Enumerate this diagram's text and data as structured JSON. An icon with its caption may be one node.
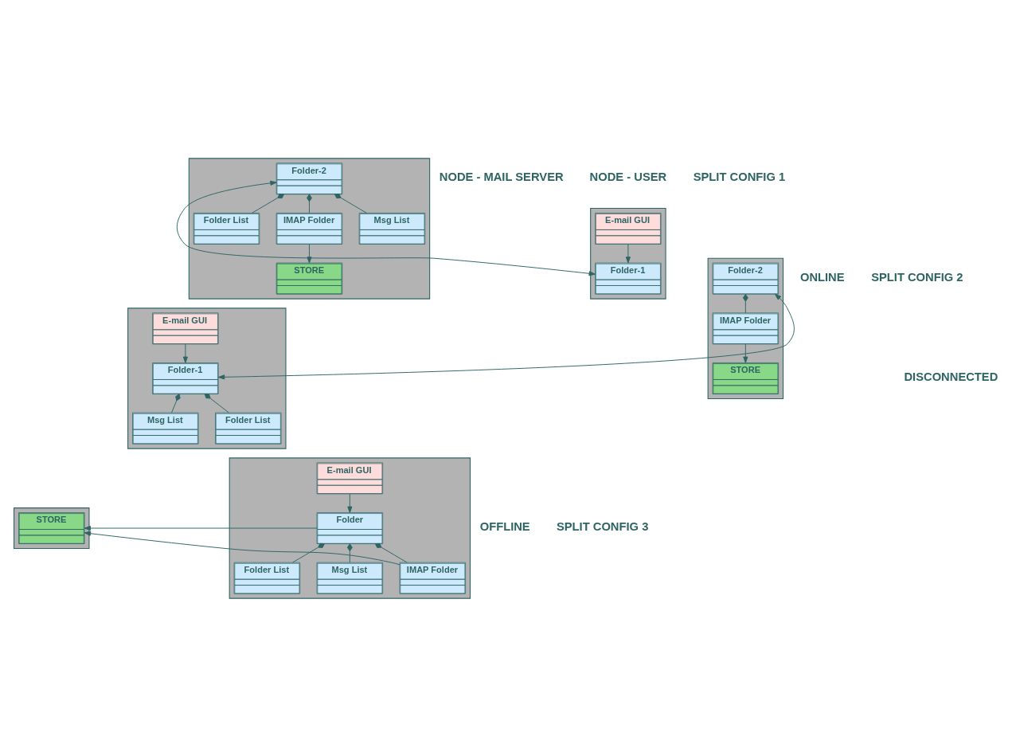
{
  "diagram": {
    "nodes": [
      {
        "text": [],
        "shape": "box"
      },
      {
        "text": [
          "E-mail GUI"
        ],
        "in": 0
      },
      {
        "text": [
          "Folder-1"
        ],
        "in": 0
      },
      {
        "text": [],
        "shape": "box"
      },
      {
        "text": [
          "Msg List"
        ],
        "in": 3
      },
      {
        "text": [
          "Folder List"
        ],
        "in": 3
      },
      {
        "text": [
          "IMAP Folder"
        ],
        "in": 3
      },
      {
        "text": [
          "Folder-2"
        ],
        "in": 3
      },
      {
        "text": [
          "STORE"
        ],
        "in": 3
      },
      {
        "text": [],
        "shape": "box"
      },
      {
        "text": [
          "E-mail GUI"
        ],
        "in": 9
      },
      {
        "text": [
          "Folder-1"
        ],
        "in": 9
      },
      {
        "text": [
          "Folder List"
        ],
        "in": 9
      },
      {
        "text": [
          "Msg List"
        ],
        "in": 9
      },
      {
        "text": [],
        "shape": "box"
      },
      {
        "text": [
          "IMAP Folder"
        ],
        "in": 14
      },
      {
        "text": [
          "Folder-2"
        ],
        "in": 14
      },
      {
        "text": [
          "STORE"
        ],
        "in": 14
      },
      {
        "text": [],
        "shape": "box"
      },
      {
        "text": [
          "E-mail GUI"
        ],
        "in": 18
      },
      {
        "text": [
          "Folder"
        ],
        "in": 18
      },
      {
        "text": [
          "Folder List"
        ],
        "in": 18
      },
      {
        "text": [
          "Msg List"
        ],
        "in": 18
      },
      {
        "text": [
          "IMAP Folder"
        ],
        "in": 18
      },
      {
        "text": [],
        "shape": "box"
      },
      {
        "text": [
          "STORE"
        ],
        "in": 24
      }
    ],
    "edges": [
      {
        "from": 1,
        "to": 2,
        "arrow": "to"
      },
      {
        "from": 2,
        "to": 7,
        "arrow": "both"
      },
      {
        "from": 7,
        "to": 4,
        "arrow": "other"
      },
      {
        "from": 7,
        "to": 5,
        "arrow": "other"
      },
      {
        "from": 7,
        "to": 6,
        "arrow": "other"
      },
      {
        "from": 6,
        "to": 8,
        "arrow": "to"
      },
      {
        "from": 10,
        "to": 11,
        "arrow": "to"
      },
      {
        "from": 11,
        "to": 16,
        "arrow": "both"
      },
      {
        "from": 11,
        "to": 12,
        "arrow": "other"
      },
      {
        "from": 11,
        "to": 13,
        "arrow": "other"
      },
      {
        "from": 16,
        "to": 15,
        "arrow": "other"
      },
      {
        "from": 15,
        "to": 17,
        "arrow": "to"
      },
      {
        "from": 19,
        "to": 20,
        "arrow": "to"
      },
      {
        "from": 20,
        "to": 25,
        "arrow": "to"
      },
      {
        "from": 20,
        "to": 21,
        "arrow": "other"
      },
      {
        "from": 20,
        "to": 22,
        "arrow": "other"
      },
      {
        "from": 20,
        "to": 23,
        "arrow": "other"
      },
      {
        "from": 23,
        "to": 25,
        "arrow": "to"
      }
    ],
    "labels": [
      "NODE - USER",
      "NODE - MAIL SERVER",
      "ONLINE",
      "SPLIT CONFIG 1",
      "DISCONNECTED",
      "SPLIT CONFIG 2",
      "OFFLINE",
      "SPLIT CONFIG 3"
    ]
  }
}
